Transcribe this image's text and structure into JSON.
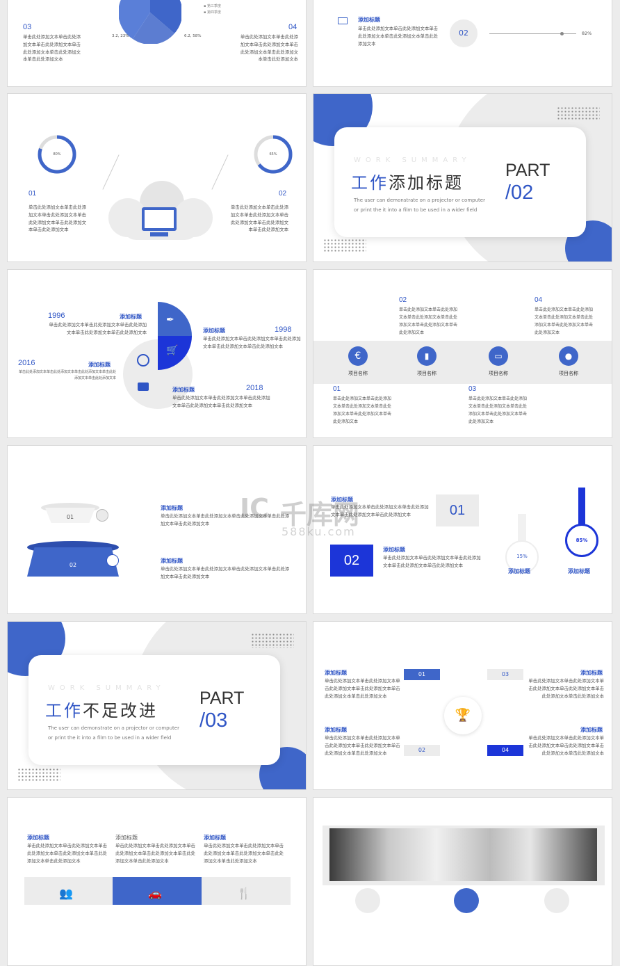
{
  "colors": {
    "accent": "#3f66c9",
    "accent_dark": "#1c35d8",
    "grey": "#e9e9e9"
  },
  "common": {
    "title": "添加标题",
    "body": "单击此处添加文本单击此处添加文本单击此处添加文本单击此处添加文本单击此处添加文本单击此处添加文本",
    "item": "项目名称",
    "ws": "WORK SUMMARY",
    "en": "The user can demonstrate on a projector or computer or print the it into a film to be used in a wider field"
  },
  "s1": {
    "n3": "03",
    "n4": "04",
    "pie_l": "3.2, 23%",
    "pie_r": "6.2, 58%",
    "legend": [
      "第三季度",
      "第四季度"
    ],
    "t3": "单击此处添加文本单击此处添加文本单击此处添加文本单击此处添加文本单击此处添加文本单击此处添加文本",
    "t4": "单击此处添加文本单击此处添加文本单击此处添加文本单击此处添加文本单击此处添加文本单击此处添加文本"
  },
  "s2": {
    "title": "添加标题",
    "text": "单击此处添加文本单击此处添加文本单击此处添加文本单击此处添加文本单击此处添加文本",
    "num": "02",
    "pct": "82%"
  },
  "s3": {
    "p1": "80%",
    "p2": "65%",
    "n1": "01",
    "n2": "02",
    "t1": "单击此处添加文本单击此处添加文本单击此处添加文本单击此处添加文本单击此处添加文本单击此处添加文本",
    "t2": "单击此处添加文本单击此处添加文本单击此处添加文本单击此处添加文本单击此处添加文本单击此处添加文本"
  },
  "s4": {
    "part": "PART",
    "num": "/02",
    "cn_a": "工作",
    "cn_b": "添加标题"
  },
  "s5": {
    "y1": "1996",
    "y2": "1998",
    "y3": "2016",
    "y4": "2018",
    "t": "单击此处添加文本单击此处添加文本单击此处添加文本单击此处添加文本单击此处添加文本",
    "t3": "单击此处添加文本单击此处添加文本单击此处添加文本单击此处添加文本单击此处添加文本"
  },
  "s6": {
    "n1": "01",
    "n2": "02",
    "n3": "03",
    "n4": "04",
    "t": "单击此处添加文本单击此处添加文本单击此处添加文本单击此处添加文本单击此处添加文本单击此处添加文本"
  },
  "s7": {
    "n1": "01",
    "n2": "02",
    "t": "单击此处添加文本单击此处添加文本单击此处添加文本单击此处添加文本单击此处添加文本"
  },
  "s8": {
    "n1": "01",
    "n2": "02",
    "p1": "15%",
    "p2": "85%",
    "t": "单击此处添加文本单击此处添加文本单击此处添加文本单击此处添加文本单击此处添加文本"
  },
  "s9": {
    "part": "PART",
    "num": "/03",
    "cn_a": "工作",
    "cn_b": "不足改进"
  },
  "s10": {
    "n1": "01",
    "n2": "02",
    "n3": "03",
    "n4": "04",
    "t": "单击此处添加文本单击此处添加文本单击此处添加文本单击此处添加文本单击此处添加文本单击此处添加文本"
  },
  "s11": {
    "t": "单击此处添加文本单击此处添加文本单击此处添加文本单击此处添加文本单击此处添加文本单击此处添加文本"
  },
  "watermark": {
    "brand": "千库网",
    "url": "588ku.com"
  }
}
